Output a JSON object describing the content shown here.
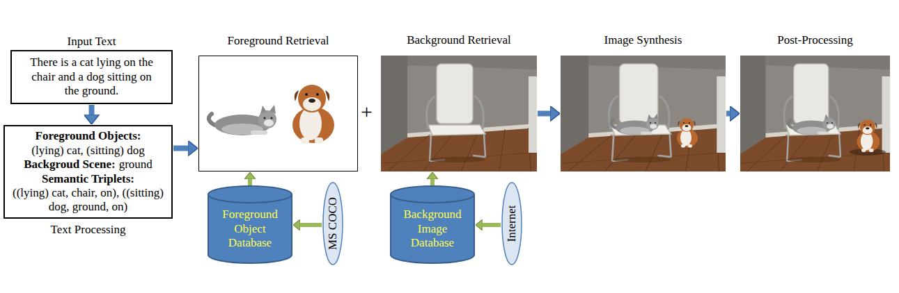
{
  "diagram": {
    "nodes": [
      {
        "text": [
          "Input Text",
          "There is a cat lying on the chair and a dog sitting on the ground."
        ]
      },
      {
        "text": [
          "Foreground Objects:",
          "(lying) cat, (sitting) dog",
          "Backgroud Scene:",
          "ground",
          "Semantic Triplets:",
          "((lying) cat, chair, on), ((sitting) dog, ground, on)",
          "Text Processing"
        ]
      },
      {
        "text": [
          "Foreground Retrieval"
        ]
      },
      {
        "text": [
          "Foreground Object Database"
        ]
      },
      {
        "text": [
          "MS COCO"
        ]
      },
      {
        "text": [
          "Background Retrieval"
        ]
      },
      {
        "text": [
          "Background Image Database"
        ]
      },
      {
        "text": [
          "Internet"
        ]
      },
      {
        "text": [
          "Image Synthesis"
        ]
      },
      {
        "text": [
          "Post-Processing"
        ]
      }
    ],
    "edges": [
      {
        "from": 0,
        "to": 1,
        "arrow": "to"
      },
      {
        "from": 1,
        "to": 2,
        "arrow": "to"
      },
      {
        "from": 4,
        "to": 3,
        "arrow": "to"
      },
      {
        "from": 3,
        "to": 2,
        "arrow": "to"
      },
      {
        "from": 7,
        "to": 6,
        "arrow": "to"
      },
      {
        "from": 6,
        "to": 5,
        "arrow": "to"
      },
      {
        "from": 5,
        "to": 8,
        "arrow": "to"
      },
      {
        "from": 8,
        "to": 9,
        "arrow": "to"
      }
    ],
    "labels": [
      "+"
    ]
  }
}
